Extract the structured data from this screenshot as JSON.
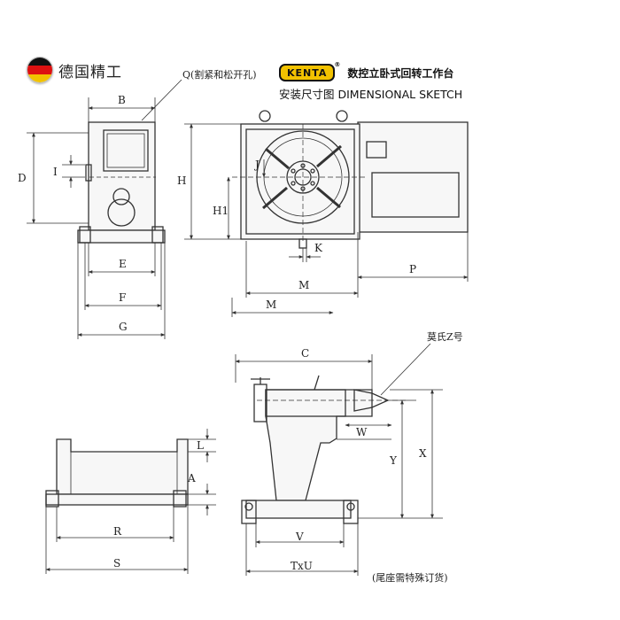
{
  "header": {
    "brand_name": "德国精工",
    "logo_text": "KENTA",
    "logo_registered": "®",
    "title": "数控立卧式回转工作台",
    "subtitle": "安装尺寸图 DIMENSIONAL SKETCH",
    "flag_colors": [
      "#111111",
      "#dd1111",
      "#f2c200"
    ]
  },
  "labels": {
    "Q": "Q(割紧和松开孔)",
    "B": "B",
    "D": "D",
    "I": "I",
    "E": "E",
    "F": "F",
    "G": "G",
    "H": "H",
    "H1": "H1",
    "J": "J",
    "K": "K",
    "M_top": "M",
    "M_bottom": "M",
    "P": "P",
    "C": "C",
    "morse": "莫氏Z号",
    "W": "W",
    "Y": "Y",
    "X": "X",
    "V": "V",
    "TxU": "TxU",
    "tailstock_note": "(尾座需特殊订货)",
    "L": "L",
    "A": "A",
    "R": "R",
    "S": "S"
  },
  "colors": {
    "line": "#333333",
    "fill": "#f7f7f7"
  }
}
